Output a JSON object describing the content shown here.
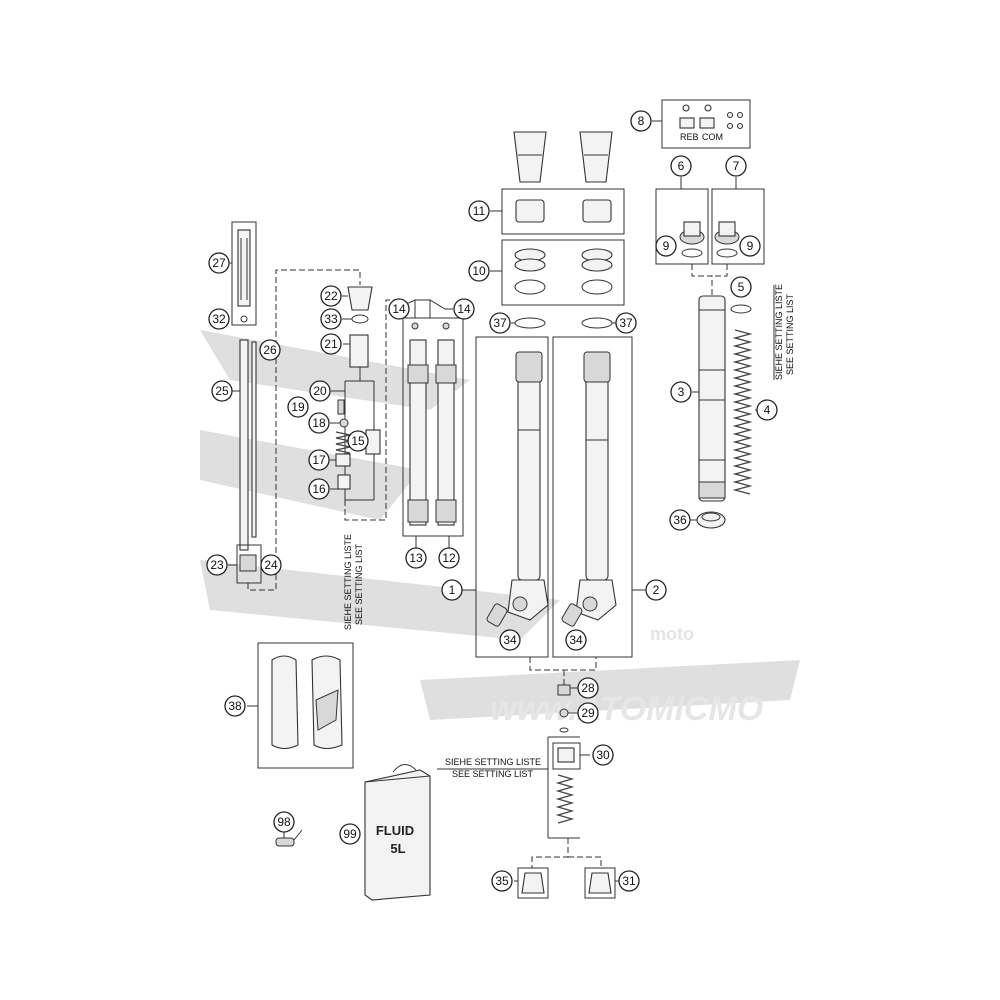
{
  "callouts": [
    {
      "id": "1",
      "label": "1"
    },
    {
      "id": "2",
      "label": "2"
    },
    {
      "id": "3",
      "label": "3"
    },
    {
      "id": "4",
      "label": "4"
    },
    {
      "id": "5",
      "label": "5"
    },
    {
      "id": "6",
      "label": "6"
    },
    {
      "id": "7",
      "label": "7"
    },
    {
      "id": "8",
      "label": "8"
    },
    {
      "id": "9a",
      "label": "9"
    },
    {
      "id": "9b",
      "label": "9"
    },
    {
      "id": "10",
      "label": "10"
    },
    {
      "id": "11",
      "label": "11"
    },
    {
      "id": "12",
      "label": "12"
    },
    {
      "id": "13",
      "label": "13"
    },
    {
      "id": "14a",
      "label": "14"
    },
    {
      "id": "14b",
      "label": "14"
    },
    {
      "id": "15",
      "label": "15"
    },
    {
      "id": "16",
      "label": "16"
    },
    {
      "id": "17",
      "label": "17"
    },
    {
      "id": "18",
      "label": "18"
    },
    {
      "id": "19",
      "label": "19"
    },
    {
      "id": "20",
      "label": "20"
    },
    {
      "id": "21",
      "label": "21"
    },
    {
      "id": "22",
      "label": "22"
    },
    {
      "id": "23",
      "label": "23"
    },
    {
      "id": "24",
      "label": "24"
    },
    {
      "id": "25",
      "label": "25"
    },
    {
      "id": "26",
      "label": "26"
    },
    {
      "id": "27",
      "label": "27"
    },
    {
      "id": "28",
      "label": "28"
    },
    {
      "id": "29",
      "label": "29"
    },
    {
      "id": "30",
      "label": "30"
    },
    {
      "id": "31",
      "label": "31"
    },
    {
      "id": "32",
      "label": "32"
    },
    {
      "id": "33",
      "label": "33"
    },
    {
      "id": "34a",
      "label": "34"
    },
    {
      "id": "34b",
      "label": "34"
    },
    {
      "id": "35",
      "label": "35"
    },
    {
      "id": "36",
      "label": "36"
    },
    {
      "id": "37a",
      "label": "37"
    },
    {
      "id": "37b",
      "label": "37"
    },
    {
      "id": "38",
      "label": "38"
    },
    {
      "id": "98",
      "label": "98"
    },
    {
      "id": "99",
      "label": "99"
    }
  ],
  "notes": {
    "setting_de": "SIEHE SETTING LISTE",
    "setting_en": "SEE SETTING LIST"
  },
  "kit_labels": {
    "reb": "REB",
    "com": "COM"
  },
  "can": {
    "line1": "FLUID",
    "line2": "5L"
  },
  "watermark": {
    "brand": "moto",
    "url": "www.ATOMICMO"
  }
}
